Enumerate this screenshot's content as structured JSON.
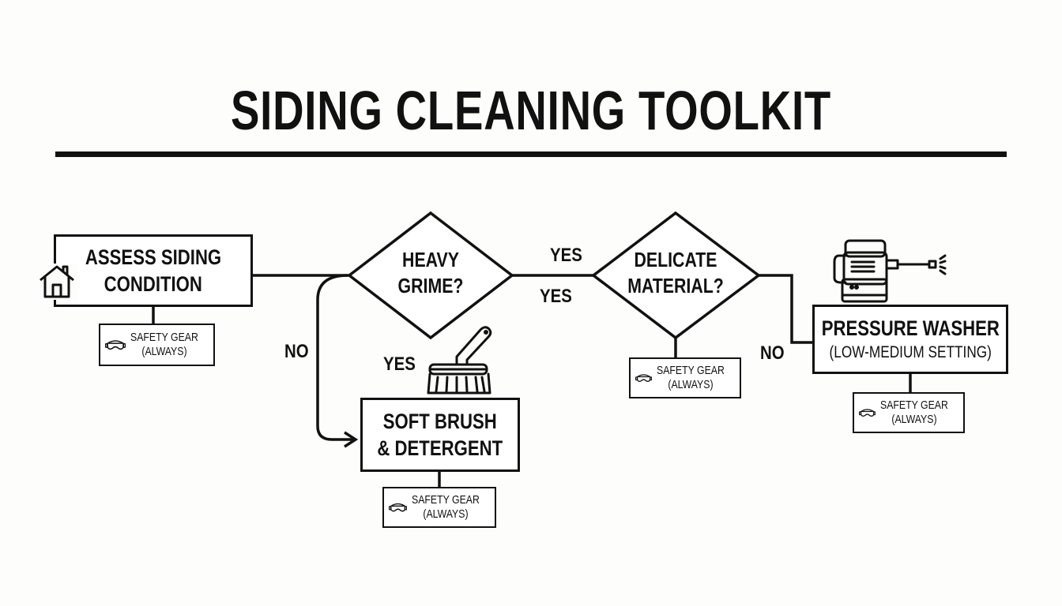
{
  "diagram": {
    "title": "SIDING CLEANING TOOLKIT",
    "nodes": {
      "assess": {
        "line1": "ASSESS SIDING",
        "line2": "CONDITION",
        "icon": "house-icon"
      },
      "heavy_grime": {
        "line1": "HEAVY",
        "line2": "GRIME?"
      },
      "delicate": {
        "line1": "DELICATE",
        "line2": "MATERIAL?"
      },
      "soft_brush": {
        "line1": "SOFT BRUSH",
        "line2": "& DETERGENT",
        "icon": "brush-icon"
      },
      "pressure_washer": {
        "line1": "PRESSURE WASHER",
        "line2": "(LOW-MEDIUM SETTING)",
        "icon": "pressure-washer-icon"
      }
    },
    "safety_badge": {
      "line1": "SAFETY GEAR",
      "line2": "(ALWAYS)",
      "icon": "goggles-icon"
    },
    "edge_labels": {
      "grime_yes_top": "YES",
      "grime_yes_bottom": "YES",
      "grime_no": "NO",
      "brush_yes": "YES",
      "delicate_no": "NO"
    },
    "colors": {
      "ink": "#111111",
      "background": "#fdfdfb"
    }
  }
}
